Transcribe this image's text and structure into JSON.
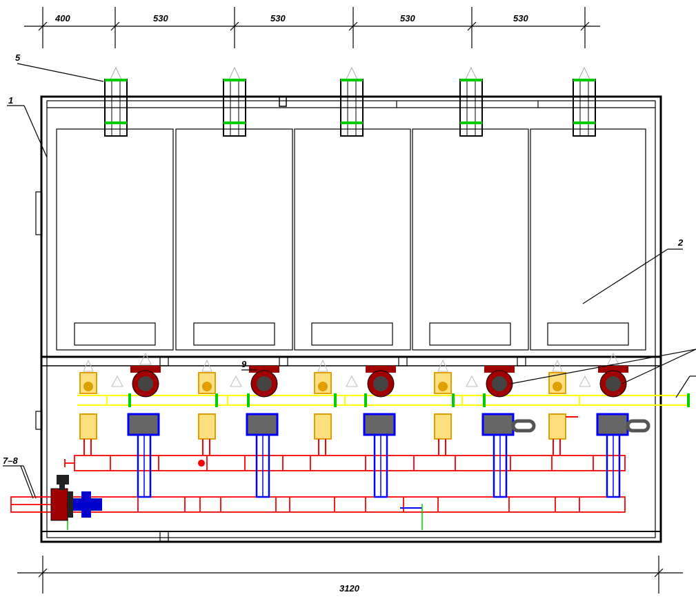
{
  "dimensions": {
    "top": [
      "400",
      "530",
      "530",
      "530",
      "530"
    ],
    "bottom": "3120"
  },
  "callouts": {
    "c1": "1",
    "c2": "2",
    "c5": "5",
    "c9": "9",
    "c78": "7–8"
  },
  "colors": {
    "frame": "#000000",
    "hot_pipe": "#ff0000",
    "gas_pipe": "#ffff00",
    "return_pipe": "#0000ff",
    "valve": "#e0a000",
    "flange_green": "#00cc00",
    "pump_body": "#a00000",
    "fitting_grey": "#808080"
  },
  "boiler_count": 5
}
